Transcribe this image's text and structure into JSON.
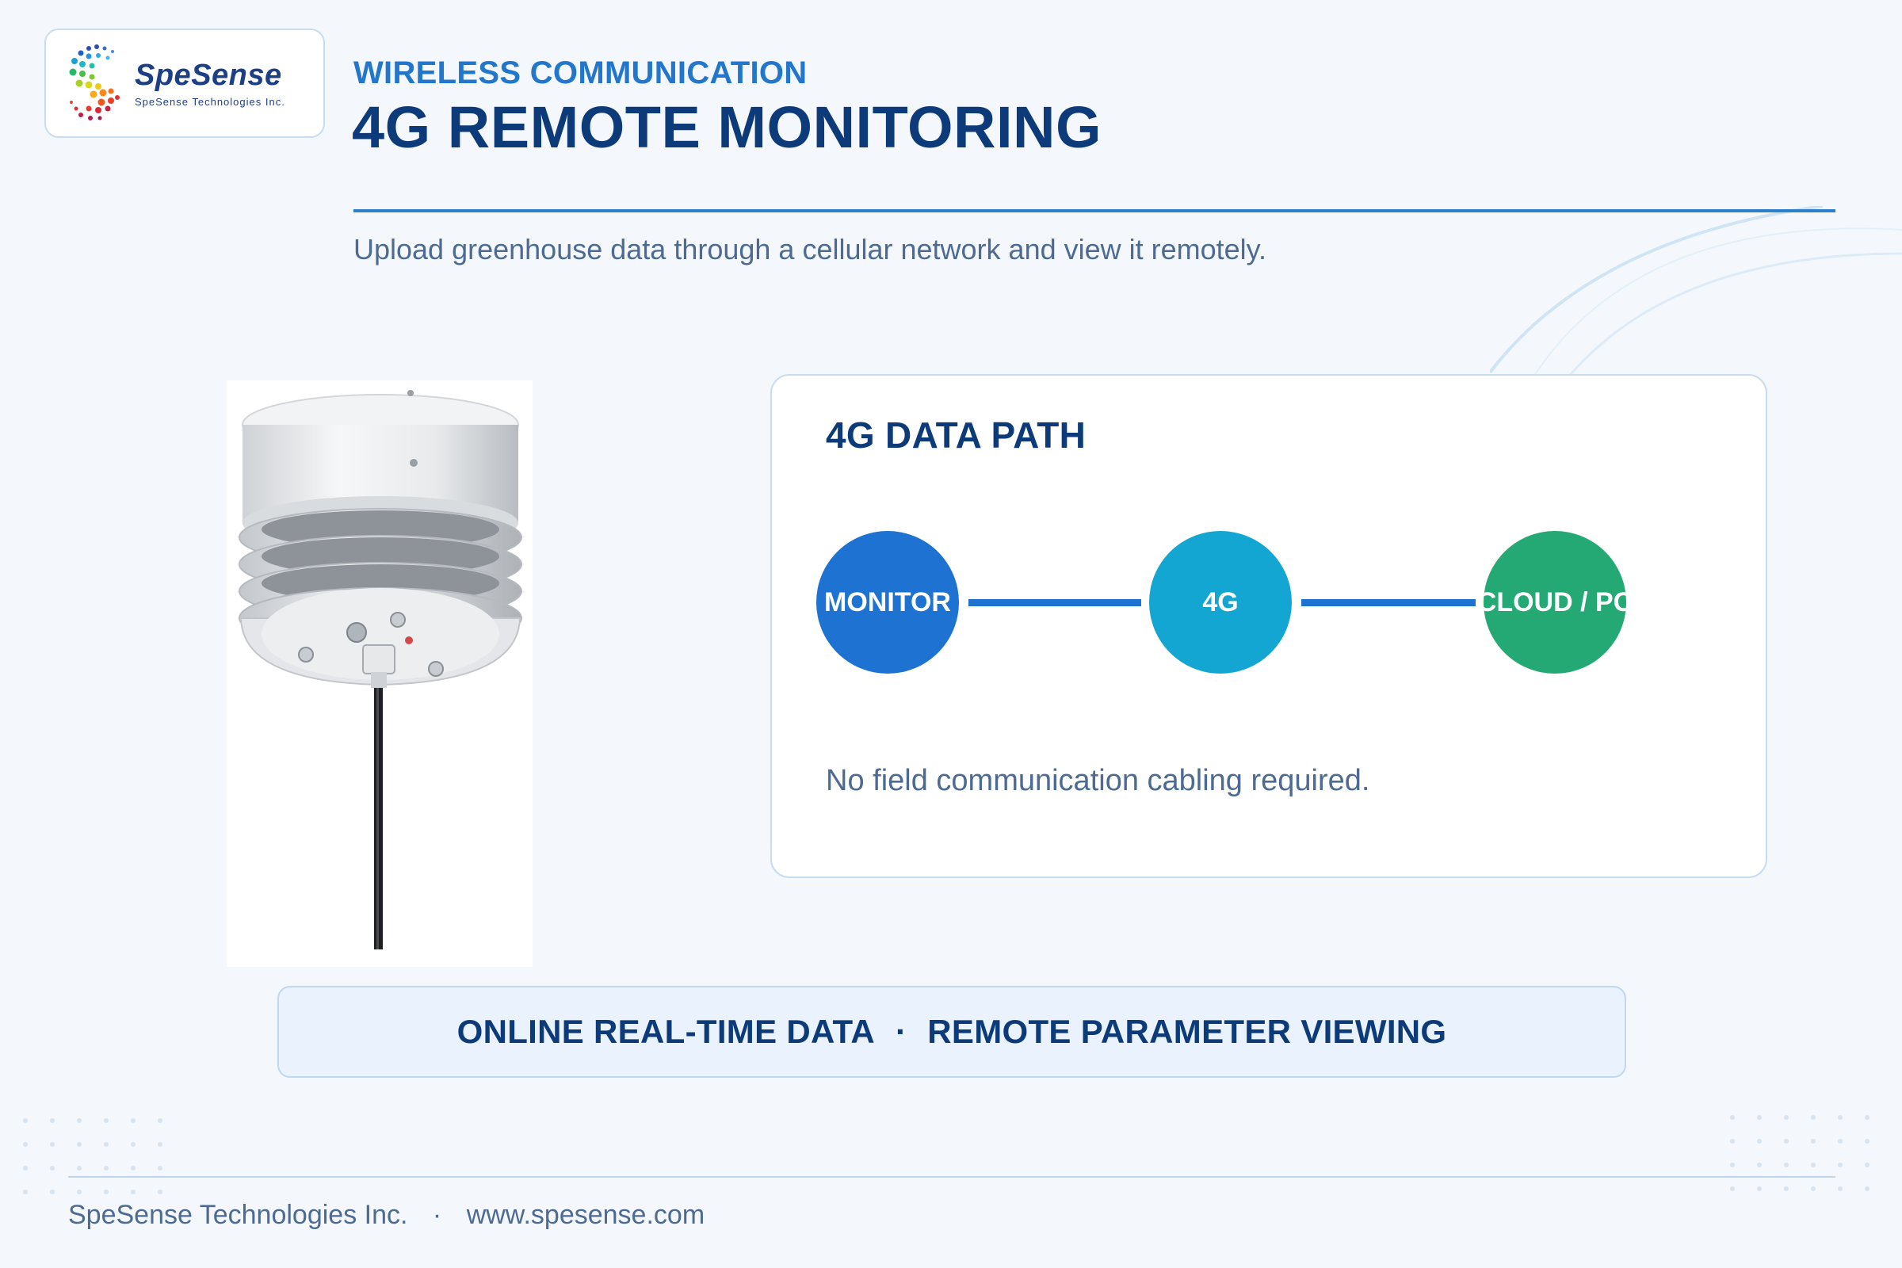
{
  "logo": {
    "name": "SpeSense",
    "tagline": "SpeSense Technologies Inc."
  },
  "header": {
    "eyebrow": "WIRELESS COMMUNICATION",
    "title": "4G REMOTE MONITORING",
    "subtitle": "Upload greenhouse data through a cellular network and view it remotely."
  },
  "data_path": {
    "title": "4G DATA PATH",
    "nodes": [
      {
        "label": "MONITOR",
        "color": "#1e72d2"
      },
      {
        "label": "4G",
        "color": "#14a6d2"
      },
      {
        "label": "CLOUD / PC",
        "color": "#24a874"
      }
    ],
    "note": "No field communication cabling required."
  },
  "banner": {
    "left": "ONLINE REAL-TIME DATA",
    "separator": "·",
    "right": "REMOTE PARAMETER VIEWING"
  },
  "footer": {
    "company": "SpeSense Technologies Inc.",
    "separator": "·",
    "website": "www.spesense.com"
  },
  "colors": {
    "accent": "#2277cc",
    "navy": "#0d3b7a",
    "background": "#f4f8fd"
  }
}
